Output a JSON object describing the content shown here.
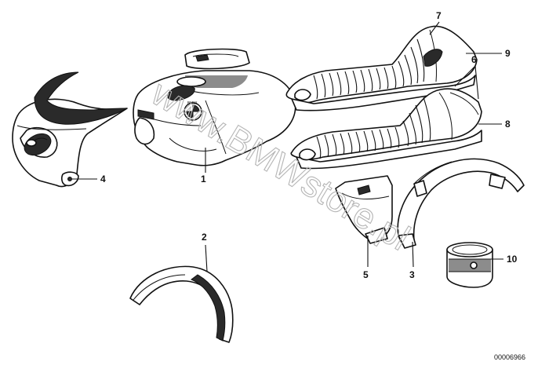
{
  "callouts": {
    "c1": "1",
    "c2": "2",
    "c3": "3",
    "c4": "4",
    "c5": "5",
    "c6": "6",
    "c7": "7",
    "c8": "8",
    "c9": "9",
    "c10": "10"
  },
  "doc_id": "00006966",
  "watermark": "www.BMWstore.pl",
  "logo_text": "BMW"
}
